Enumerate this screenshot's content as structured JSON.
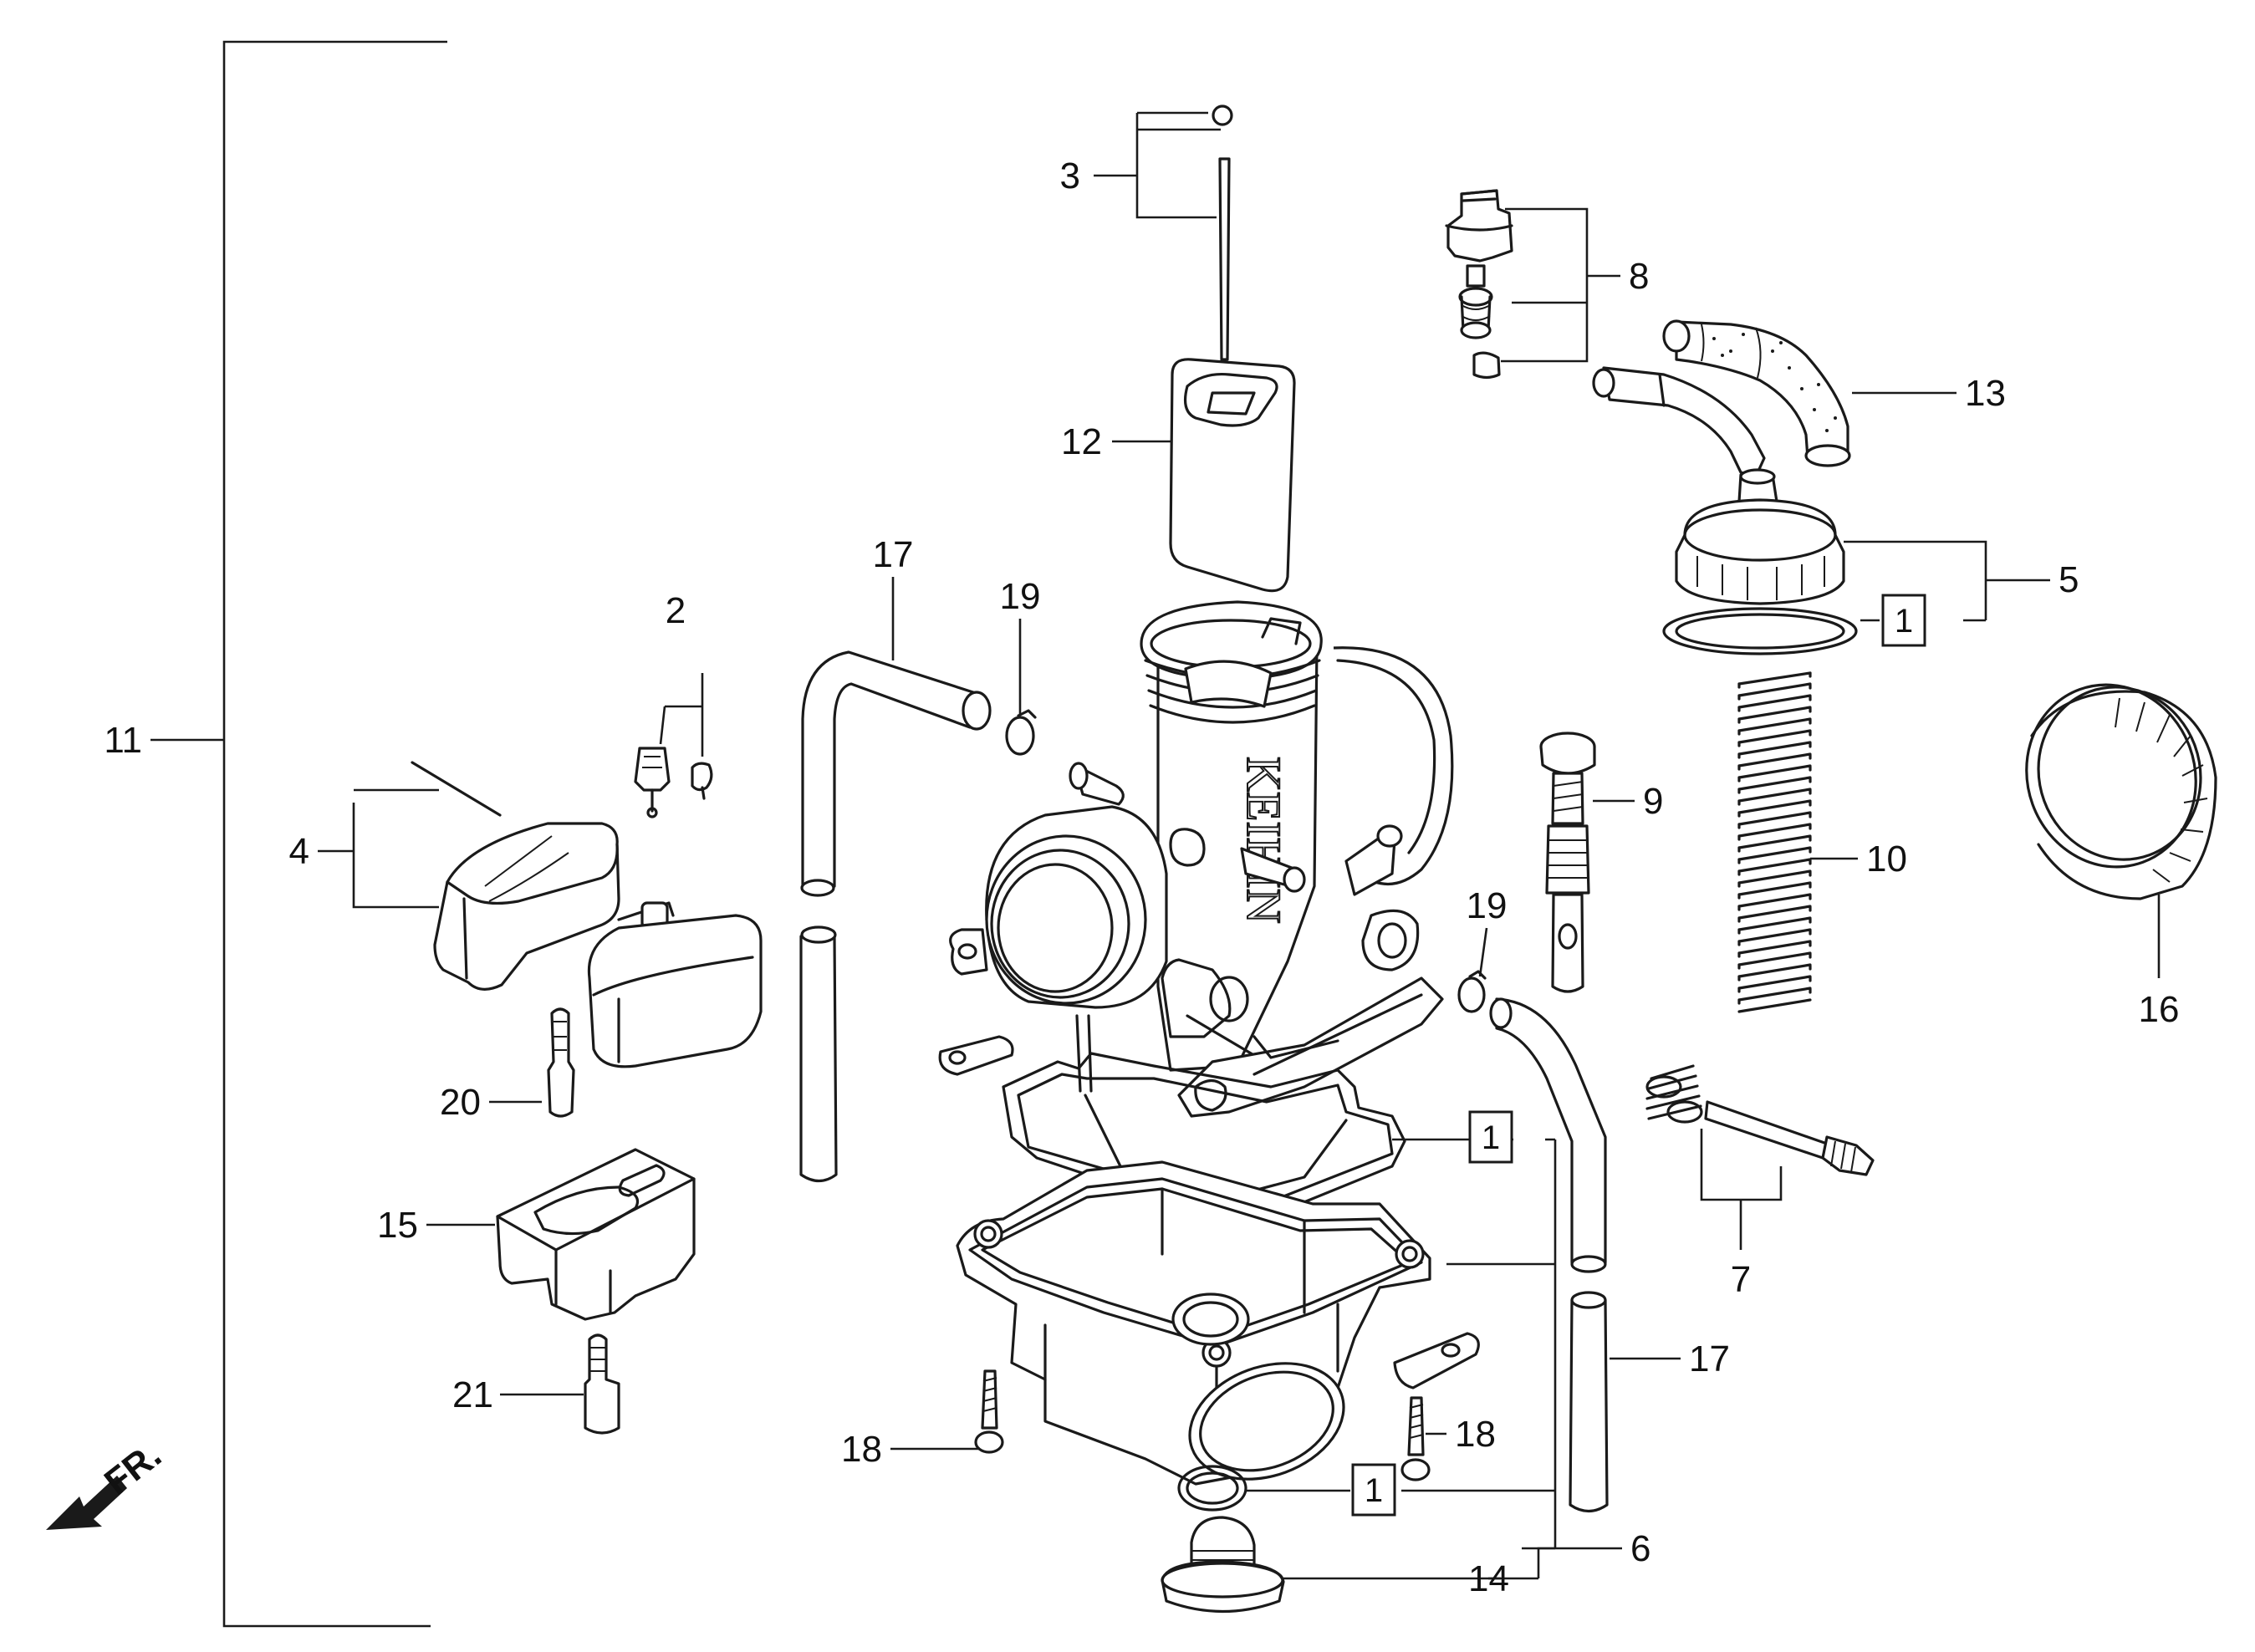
{
  "labels": {
    "l1a": "1",
    "l1b": "1",
    "l1c": "1",
    "l2": "2",
    "l3": "3",
    "l4": "4",
    "l5": "5",
    "l6": "6",
    "l7": "7",
    "l8": "8",
    "l9": "9",
    "l10": "10",
    "l11": "11",
    "l12": "12",
    "l13": "13",
    "l14": "14",
    "l15": "15",
    "l16": "16",
    "l17a": "17",
    "l17b": "17",
    "l18a": "18",
    "l18b": "18",
    "l19a": "19",
    "l19b": "19",
    "l20": "20",
    "l21": "21"
  },
  "front_marker": "FR.",
  "brand_text": "KEIHIN"
}
